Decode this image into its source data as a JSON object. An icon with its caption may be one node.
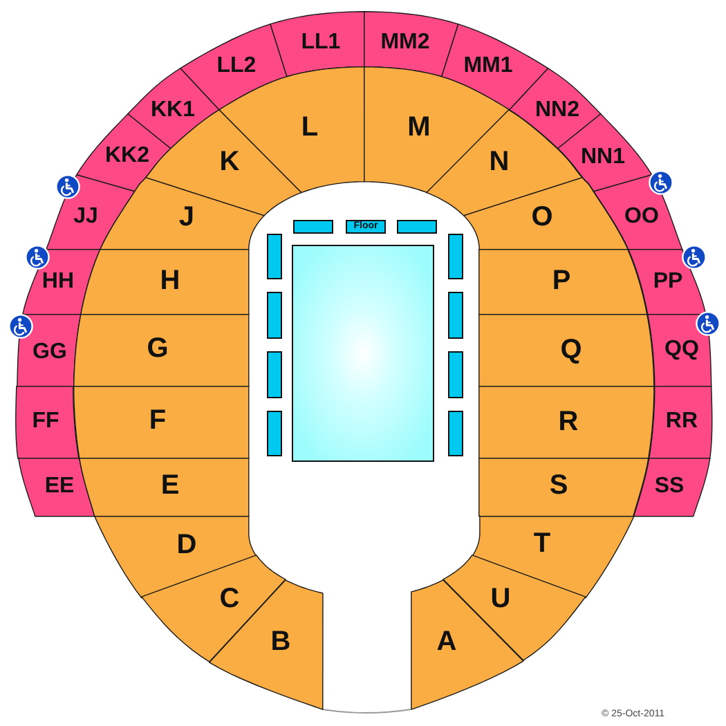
{
  "diagram": {
    "nodes": [
      {
        "text": [
          "LL1"
        ]
      },
      {
        "text": [
          "MM2"
        ]
      },
      {
        "text": [
          "LL2"
        ]
      },
      {
        "text": [
          "MM1"
        ]
      },
      {
        "text": [
          "KK1"
        ]
      },
      {
        "text": [
          "NN2"
        ]
      },
      {
        "text": [
          "L"
        ]
      },
      {
        "text": [
          "M"
        ]
      },
      {
        "text": [
          "KK2"
        ]
      },
      {
        "text": [
          "NN1"
        ]
      },
      {
        "text": [
          "K"
        ]
      },
      {
        "text": [
          "N"
        ]
      },
      {
        "text": [
          "JJ"
        ]
      },
      {
        "text": [
          "J"
        ]
      },
      {
        "text": [
          "O"
        ]
      },
      {
        "text": [
          "OO"
        ]
      },
      {
        "text": [
          "HH"
        ]
      },
      {
        "text": [
          "H"
        ]
      },
      {
        "text": [
          "P"
        ]
      },
      {
        "text": [
          "PP"
        ]
      },
      {
        "text": [
          "GG"
        ]
      },
      {
        "text": [
          "G"
        ]
      },
      {
        "text": [
          "Q"
        ]
      },
      {
        "text": [
          "QQ"
        ]
      },
      {
        "text": [
          "FF"
        ]
      },
      {
        "text": [
          "F"
        ]
      },
      {
        "text": [
          "R"
        ]
      },
      {
        "text": [
          "RR"
        ]
      },
      {
        "text": [
          "EE"
        ]
      },
      {
        "text": [
          "E"
        ]
      },
      {
        "text": [
          "S"
        ]
      },
      {
        "text": [
          "SS"
        ]
      },
      {
        "text": [
          "D"
        ]
      },
      {
        "text": [
          "T"
        ]
      },
      {
        "text": [
          "C"
        ]
      },
      {
        "text": [
          "U"
        ]
      },
      {
        "text": [
          "B"
        ]
      },
      {
        "text": [
          "A"
        ]
      },
      {
        "text": [],
        "shape": "box"
      },
      {
        "text": [
          "Floor"
        ]
      },
      {
        "text": [],
        "shape": "box"
      },
      {
        "text": [],
        "shape": "box"
      },
      {
        "text": [],
        "shape": "box"
      },
      {
        "text": [],
        "shape": "box"
      },
      {
        "text": [],
        "shape": "box"
      },
      {
        "text": [],
        "shape": "box"
      },
      {
        "text": [],
        "shape": "box"
      },
      {
        "text": [],
        "shape": "box"
      },
      {
        "text": [],
        "shape": "box"
      },
      {
        "text": [],
        "shape": "box"
      }
    ],
    "labels": [
      "© 25-Oct-2011"
    ]
  }
}
